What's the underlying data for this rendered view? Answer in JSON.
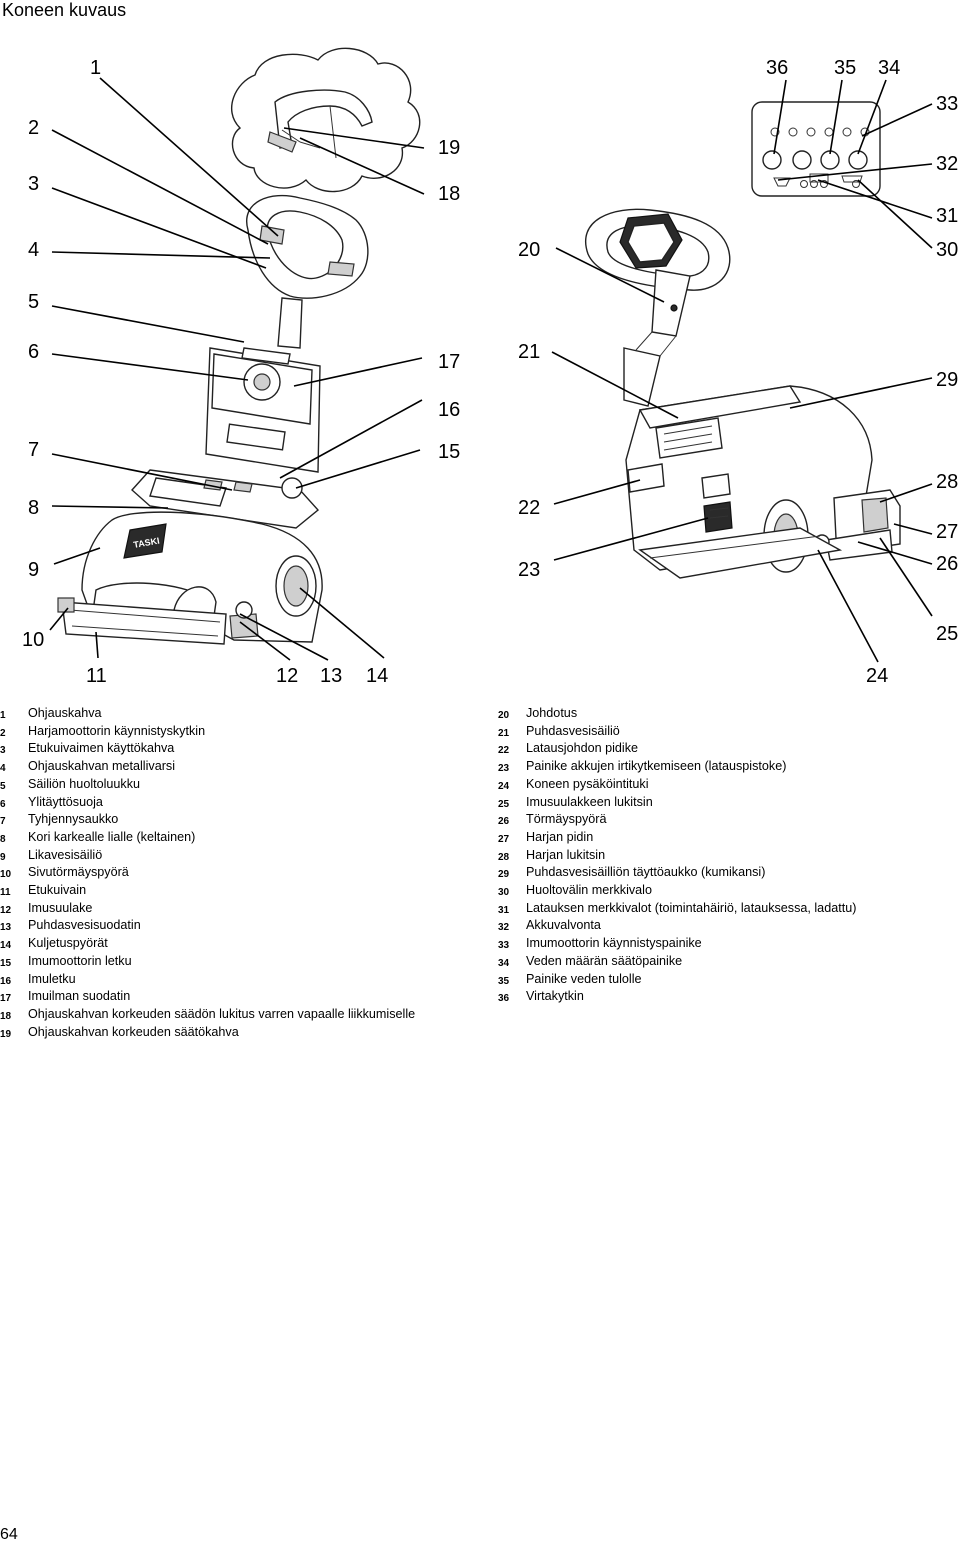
{
  "page": {
    "title": "Koneen kuvaus",
    "page_number": "64"
  },
  "callouts": {
    "c1": "1",
    "c2": "2",
    "c3": "3",
    "c4": "4",
    "c5": "5",
    "c6": "6",
    "c7": "7",
    "c8": "8",
    "c9": "9",
    "c10": "10",
    "c11": "11",
    "c12": "12",
    "c13": "13",
    "c14": "14",
    "c15": "15",
    "c16": "16",
    "c17": "17",
    "c18": "18",
    "c19": "19",
    "c20": "20",
    "c21": "21",
    "c22": "22",
    "c23": "23",
    "c24": "24",
    "c25": "25",
    "c26": "26",
    "c27": "27",
    "c28": "28",
    "c29": "29",
    "c30": "30",
    "c31": "31",
    "c32": "32",
    "c33": "33",
    "c34": "34",
    "c35": "35",
    "c36": "36"
  },
  "panel": {
    "brand_logo": "TASKI"
  },
  "legend_left": [
    {
      "num": "1",
      "text": "Ohjauskahva"
    },
    {
      "num": "2",
      "text": "Harjamoottorin käynnistyskytkin"
    },
    {
      "num": "3",
      "text": "Etukuivaimen käyttökahva"
    },
    {
      "num": "4",
      "text": "Ohjauskahvan metallivarsi"
    },
    {
      "num": "5",
      "text": "Säiliön huoltoluukku"
    },
    {
      "num": "6",
      "text": "Ylitäyttösuoja"
    },
    {
      "num": "7",
      "text": "Tyhjennysaukko"
    },
    {
      "num": "8",
      "text": "Kori karkealle lialle (keltainen)"
    },
    {
      "num": "9",
      "text": "Likavesisäiliö"
    },
    {
      "num": "10",
      "text": "Sivutörmäyspyörä"
    },
    {
      "num": "11",
      "text": "Etukuivain"
    },
    {
      "num": "12",
      "text": "Imusuulake"
    },
    {
      "num": "13",
      "text": "Puhdasvesisuodatin"
    },
    {
      "num": "14",
      "text": "Kuljetuspyörät"
    },
    {
      "num": "15",
      "text": "Imumoottorin letku"
    },
    {
      "num": "16",
      "text": "Imuletku"
    },
    {
      "num": "17",
      "text": "Imuilman suodatin"
    },
    {
      "num": "18",
      "text": "Ohjauskahvan korkeuden säädön lukitus varren vapaalle liikkumiselle"
    },
    {
      "num": "19",
      "text": "Ohjauskahvan korkeuden säätökahva"
    }
  ],
  "legend_right": [
    {
      "num": "20",
      "text": "Johdotus"
    },
    {
      "num": "21",
      "text": "Puhdasvesisäiliö"
    },
    {
      "num": "22",
      "text": "Latausjohdon pidike"
    },
    {
      "num": "23",
      "text": "Painike akkujen irtikytkemiseen (latauspistoke)"
    },
    {
      "num": "24",
      "text": "Koneen pysäköintituki"
    },
    {
      "num": "25",
      "text": "Imusuulakkeen lukitsin"
    },
    {
      "num": "26",
      "text": "Törmäyspyörä"
    },
    {
      "num": "27",
      "text": "Harjan pidin"
    },
    {
      "num": "28",
      "text": "Harjan lukitsin"
    },
    {
      "num": "29",
      "text": "Puhdasvesisäilliön täyttöaukko (kumikansi)"
    },
    {
      "num": "30",
      "text": "Huoltovälin merkkivalo"
    },
    {
      "num": "31",
      "text": "Latauksen merkkivalot (toimintahäiriö, latauksessa, ladattu)"
    },
    {
      "num": "32",
      "text": "Akkuvalvonta"
    },
    {
      "num": "33",
      "text": "Imumoottorin käynnistyspainike"
    },
    {
      "num": "34",
      "text": "Veden määrän säätöpainike"
    },
    {
      "num": "35",
      "text": "Painike veden tulolle"
    },
    {
      "num": "36",
      "text": "Virtakytkin"
    }
  ]
}
